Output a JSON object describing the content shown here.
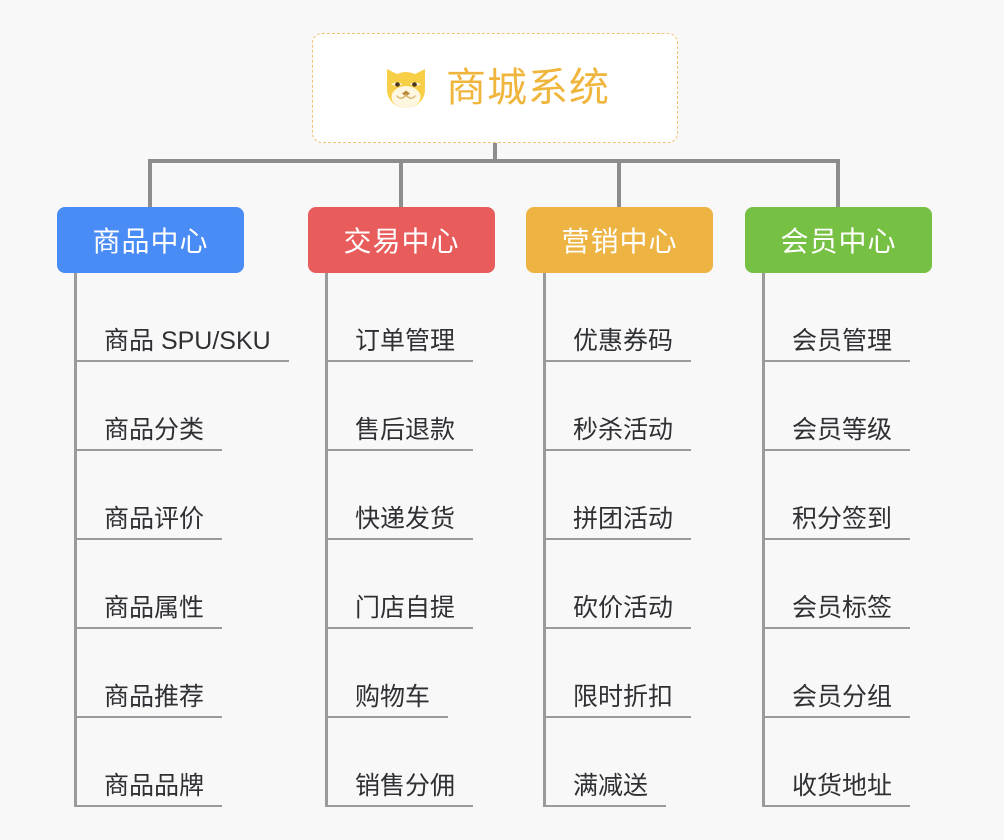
{
  "background_color": "#f8f8f8",
  "root": {
    "title": "商城系统",
    "icon": "shiba-dog-icon",
    "border_color": "#f0c274",
    "text_color": "#f0b53c",
    "background": "#ffffff"
  },
  "connector_color": "#8d8d8d",
  "columns": [
    {
      "header": "商品中心",
      "color": "#4a8cf5",
      "items": [
        "商品 SPU/SKU",
        "商品分类",
        "商品评价",
        "商品属性",
        "商品推荐",
        "商品品牌"
      ]
    },
    {
      "header": "交易中心",
      "color": "#e85c5c",
      "items": [
        "订单管理",
        "售后退款",
        "快递发货",
        "门店自提",
        "购物车",
        "销售分佣"
      ]
    },
    {
      "header": "营销中心",
      "color": "#edb443",
      "items": [
        "优惠券码",
        "秒杀活动",
        "拼团活动",
        "砍价活动",
        "限时折扣",
        "满减送"
      ]
    },
    {
      "header": "会员中心",
      "color": "#76c043",
      "items": [
        "会员管理",
        "会员等级",
        "积分签到",
        "会员标签",
        "会员分组",
        "收货地址"
      ]
    }
  ]
}
